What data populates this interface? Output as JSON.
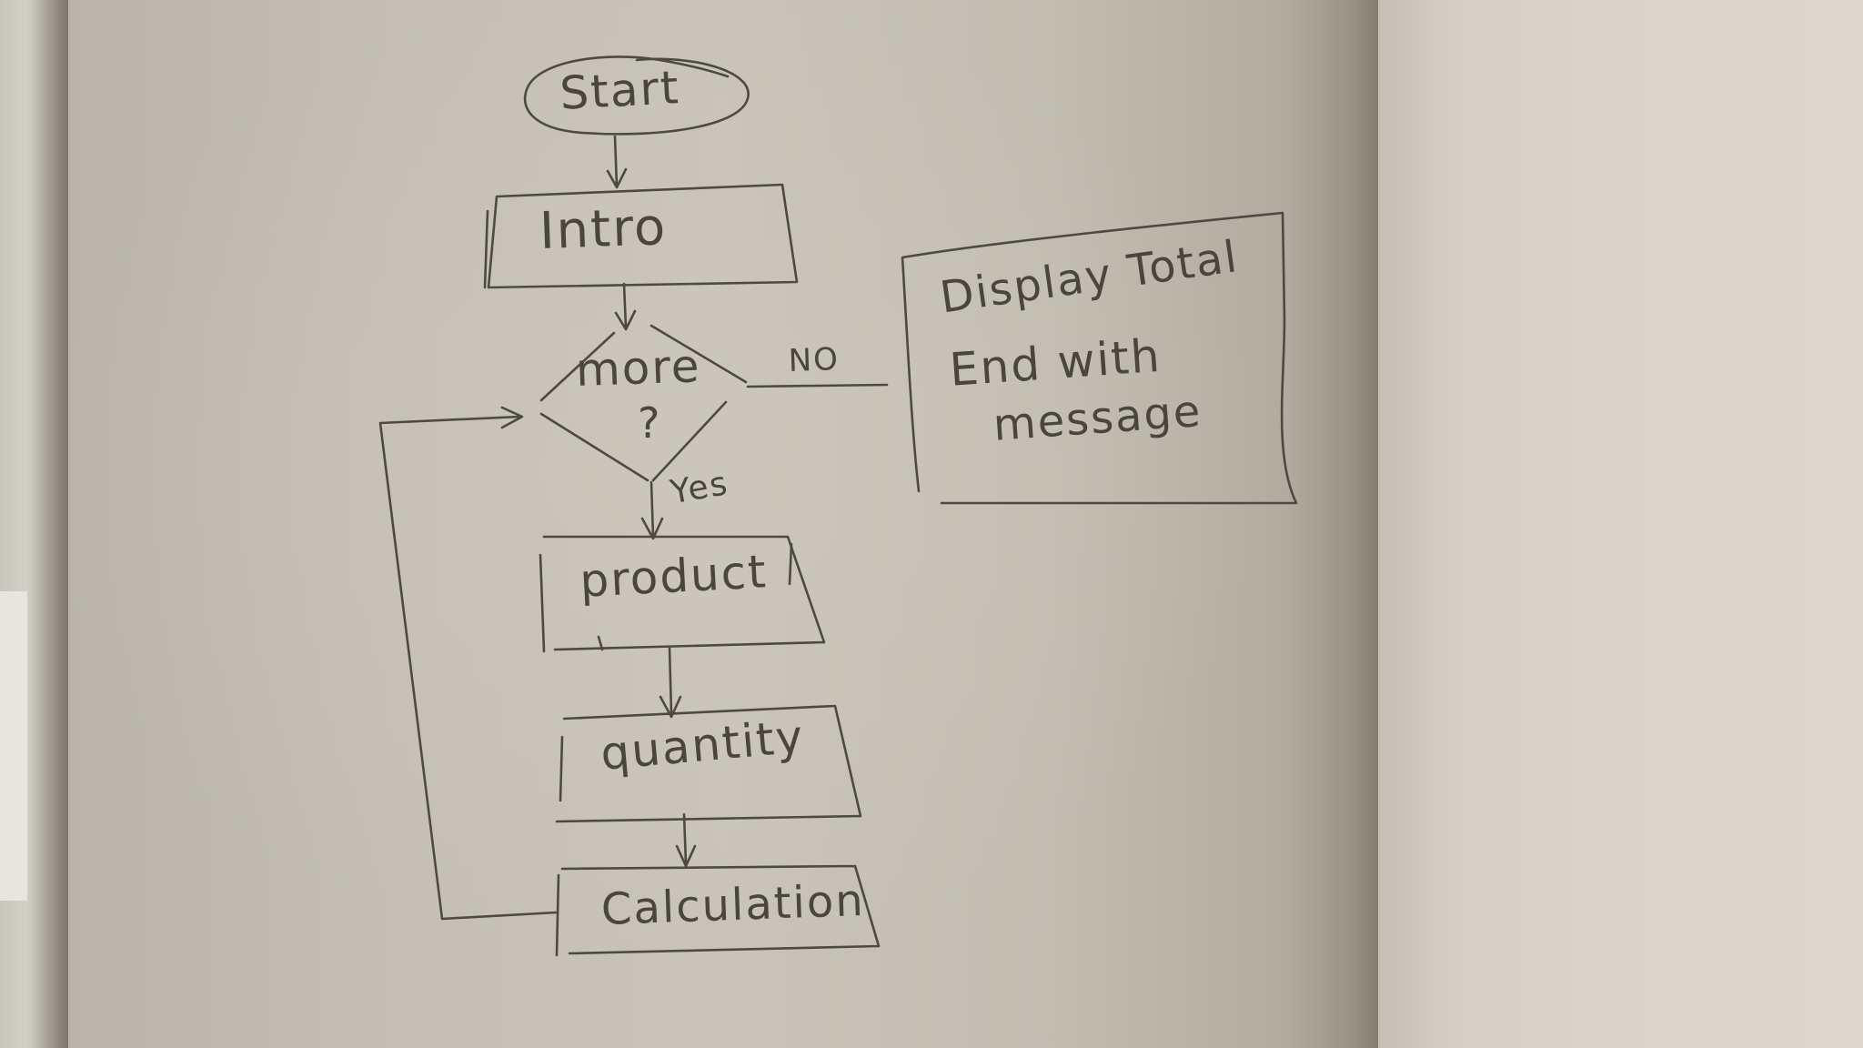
{
  "nodes": {
    "start": "Start",
    "intro": "Intro",
    "decision_line1": "more",
    "decision_line2": "?",
    "display_line1": "Display Total",
    "display_line2": "End with",
    "display_line3": "message",
    "product": "product",
    "quantity": "quantity",
    "calculation": "Calculation"
  },
  "edges": {
    "no_label": "NO",
    "yes_label": "Yes"
  }
}
